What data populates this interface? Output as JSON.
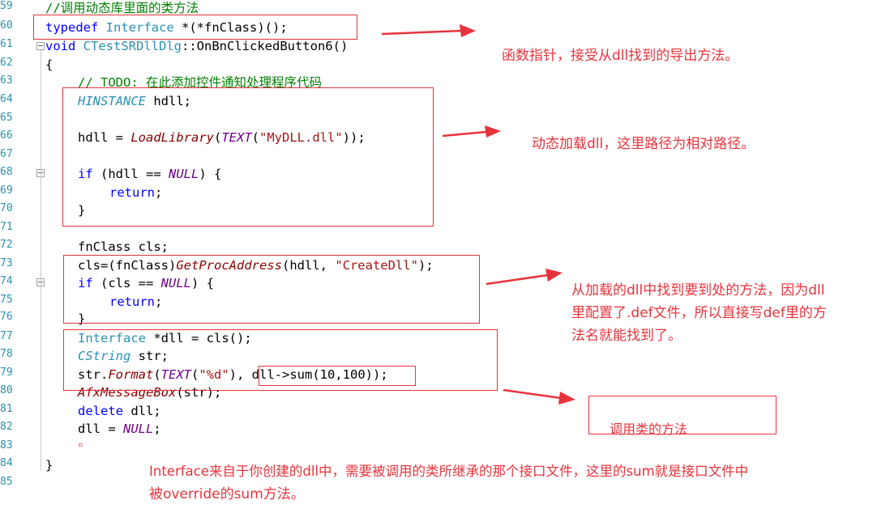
{
  "editor": {
    "line_numbers": [
      "59",
      "60",
      "61",
      "62",
      "63",
      "64",
      "65",
      "66",
      "67",
      "68",
      "69",
      "70",
      "71",
      "72",
      "73",
      "74",
      "75",
      "76",
      "77",
      "78",
      "79",
      "80",
      "81",
      "82",
      "83",
      "84",
      "85"
    ],
    "lines": {
      "l59": "//调用动态库里面的类方法",
      "l60_kw": "typedef",
      "l60_ty": "Interface",
      "l60_rest": " *(*fnClass)();",
      "l61_kw": "void",
      "l61_ty": "CTestSRDllDlg",
      "l61_rest": "::OnBnClickedButton6()",
      "l62": "{",
      "l63": "// TODO: 在此添加控件通知处理程序代码",
      "l64_ty": "HINSTANCE",
      "l64_rest": " hdll;",
      "l66_a": "hdll = ",
      "l66_fn": "LoadLibrary",
      "l66_b": "(",
      "l66_mac": "TEXT",
      "l66_c": "(",
      "l66_str": "\"MyDLL.dll\"",
      "l66_d": "));",
      "l68_kw": "if",
      "l68_a": " (hdll == ",
      "l68_mac": "NULL",
      "l68_b": ") {",
      "l69_kw": "return",
      "l69_b": ";",
      "l70": "}",
      "l72": "fnClass cls;",
      "l73_a": "cls=(fnClass)",
      "l73_fn": "GetProcAddress",
      "l73_b": "(hdll, ",
      "l73_str": "\"CreateDll\"",
      "l73_c": ");",
      "l74_kw": "if",
      "l74_a": " (cls == ",
      "l74_mac": "NULL",
      "l74_b": ") {",
      "l75_kw": "return",
      "l75_b": ";",
      "l76": "}",
      "l77_ty": "Interface",
      "l77_rest": " *dll = cls();",
      "l78_ty": "CString",
      "l78_rest": " str;",
      "l79_a": "str.",
      "l79_fn": "Format",
      "l79_b": "(",
      "l79_mac": "TEXT",
      "l79_c": "(",
      "l79_str": "\"%d\"",
      "l79_d": "), ",
      "l79_e": "dll->sum(10,100));",
      "l80_fn": "AfxMessageBox",
      "l80_rest": "(str);",
      "l81_kw": "delete",
      "l81_rest": " dll;",
      "l82_a": "dll = ",
      "l82_mac": "NULL",
      "l82_b": ";",
      "l83": "▫",
      "l84": "}"
    }
  },
  "annotations": {
    "a1": "函数指针，接受从dll找到的导出方法。",
    "a2": "动态加载dll，这里路径为相对路径。",
    "a3_line1": "从加载的dll中找到要到处的方法，因为dll",
    "a3_line2": "里配置了.def文件，所以直接写def里的方",
    "a3_line3": "法名就能找到了。",
    "a4": "调用类的方法",
    "a5_line1": "Interface来自于你创建的dll中，需要被调用的类所继承的那个接口文件，这里的sum就是接口文件中",
    "a5_line2": "被override的sum方法。"
  },
  "colors": {
    "annotation": "#e8333c",
    "keyword": "#0000ff",
    "type": "#2b91af",
    "comment": "#008000",
    "string": "#a31515",
    "macro": "#6f008a"
  }
}
